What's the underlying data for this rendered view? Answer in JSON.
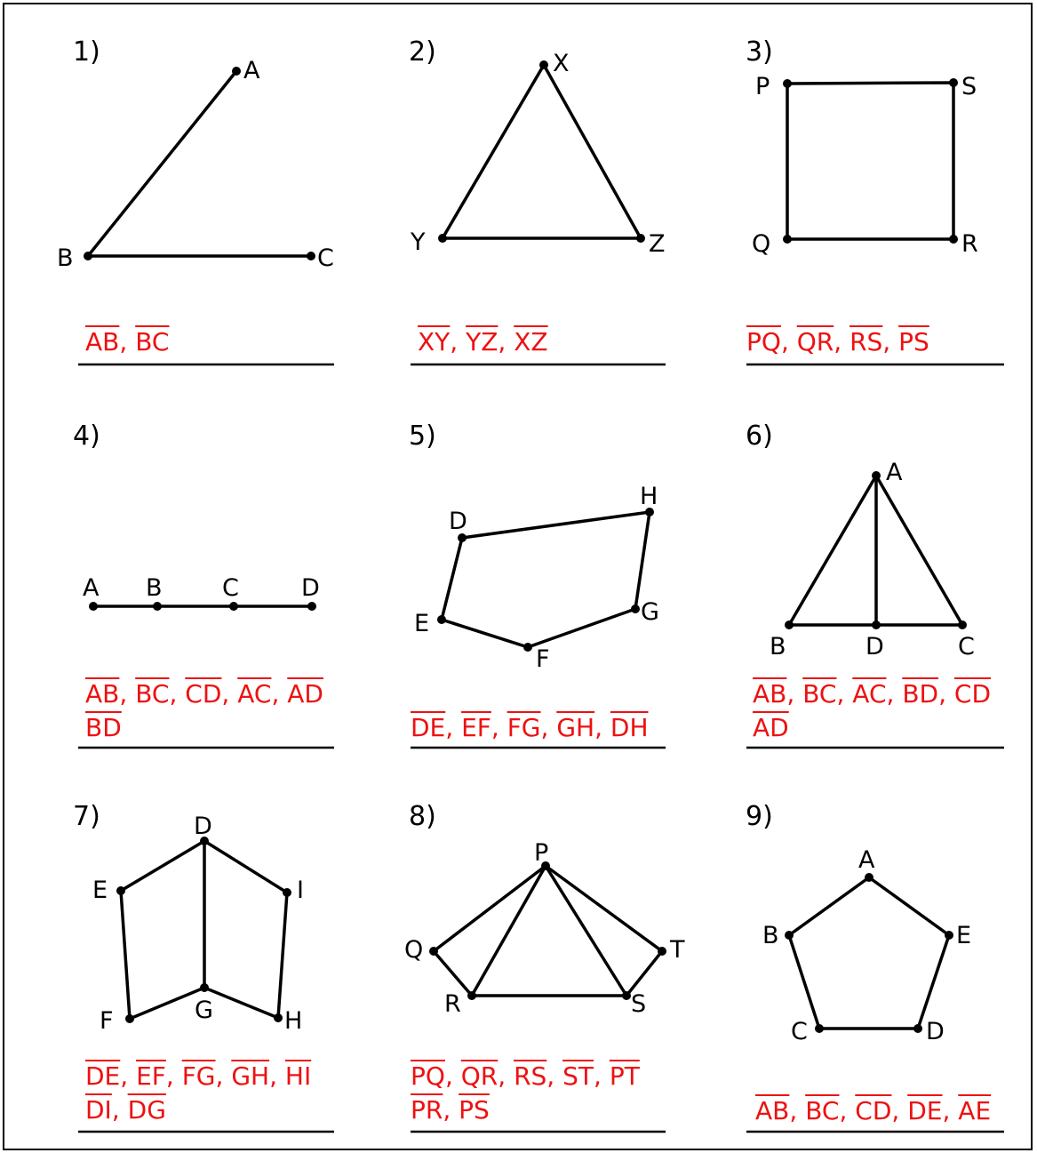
{
  "problems": [
    {
      "number": "1)",
      "labels": [
        "A",
        "B",
        "C"
      ],
      "answer_lines": [
        [
          "AB",
          "BC"
        ]
      ]
    },
    {
      "number": "2)",
      "labels": [
        "X",
        "Y",
        "Z"
      ],
      "answer_lines": [
        [
          "XY",
          "YZ",
          "XZ"
        ]
      ]
    },
    {
      "number": "3)",
      "labels": [
        "P",
        "S",
        "Q",
        "R"
      ],
      "answer_lines": [
        [
          "PQ",
          "QR",
          "RS",
          "PS"
        ]
      ]
    },
    {
      "number": "4)",
      "labels": [
        "A",
        "B",
        "C",
        "D"
      ],
      "answer_lines": [
        [
          "AB",
          "BC",
          "CD",
          "AC",
          "AD"
        ],
        [
          "BD"
        ]
      ]
    },
    {
      "number": "5)",
      "labels": [
        "D",
        "H",
        "E",
        "G",
        "F"
      ],
      "answer_lines": [
        [
          "DE",
          "EF",
          "FG",
          "GH",
          "DH"
        ]
      ]
    },
    {
      "number": "6)",
      "labels": [
        "A",
        "B",
        "D",
        "C"
      ],
      "answer_lines": [
        [
          "AB",
          "BC",
          "AC",
          "BD",
          "CD"
        ],
        [
          "AD"
        ]
      ]
    },
    {
      "number": "7)",
      "labels": [
        "D",
        "E",
        "I",
        "F",
        "G",
        "H"
      ],
      "answer_lines": [
        [
          "DE",
          "EF",
          "FG",
          "GH",
          "HI"
        ],
        [
          "DI",
          "DG"
        ]
      ]
    },
    {
      "number": "8)",
      "labels": [
        "P",
        "Q",
        "T",
        "R",
        "S"
      ],
      "answer_lines": [
        [
          "PQ",
          "QR",
          "RS",
          "ST",
          "PT"
        ],
        [
          "PR",
          "PS"
        ]
      ]
    },
    {
      "number": "9)",
      "labels": [
        "A",
        "B",
        "E",
        "C",
        "D"
      ],
      "answer_lines": [
        [
          "AB",
          "BC",
          "CD",
          "DE",
          "AE"
        ]
      ]
    }
  ]
}
